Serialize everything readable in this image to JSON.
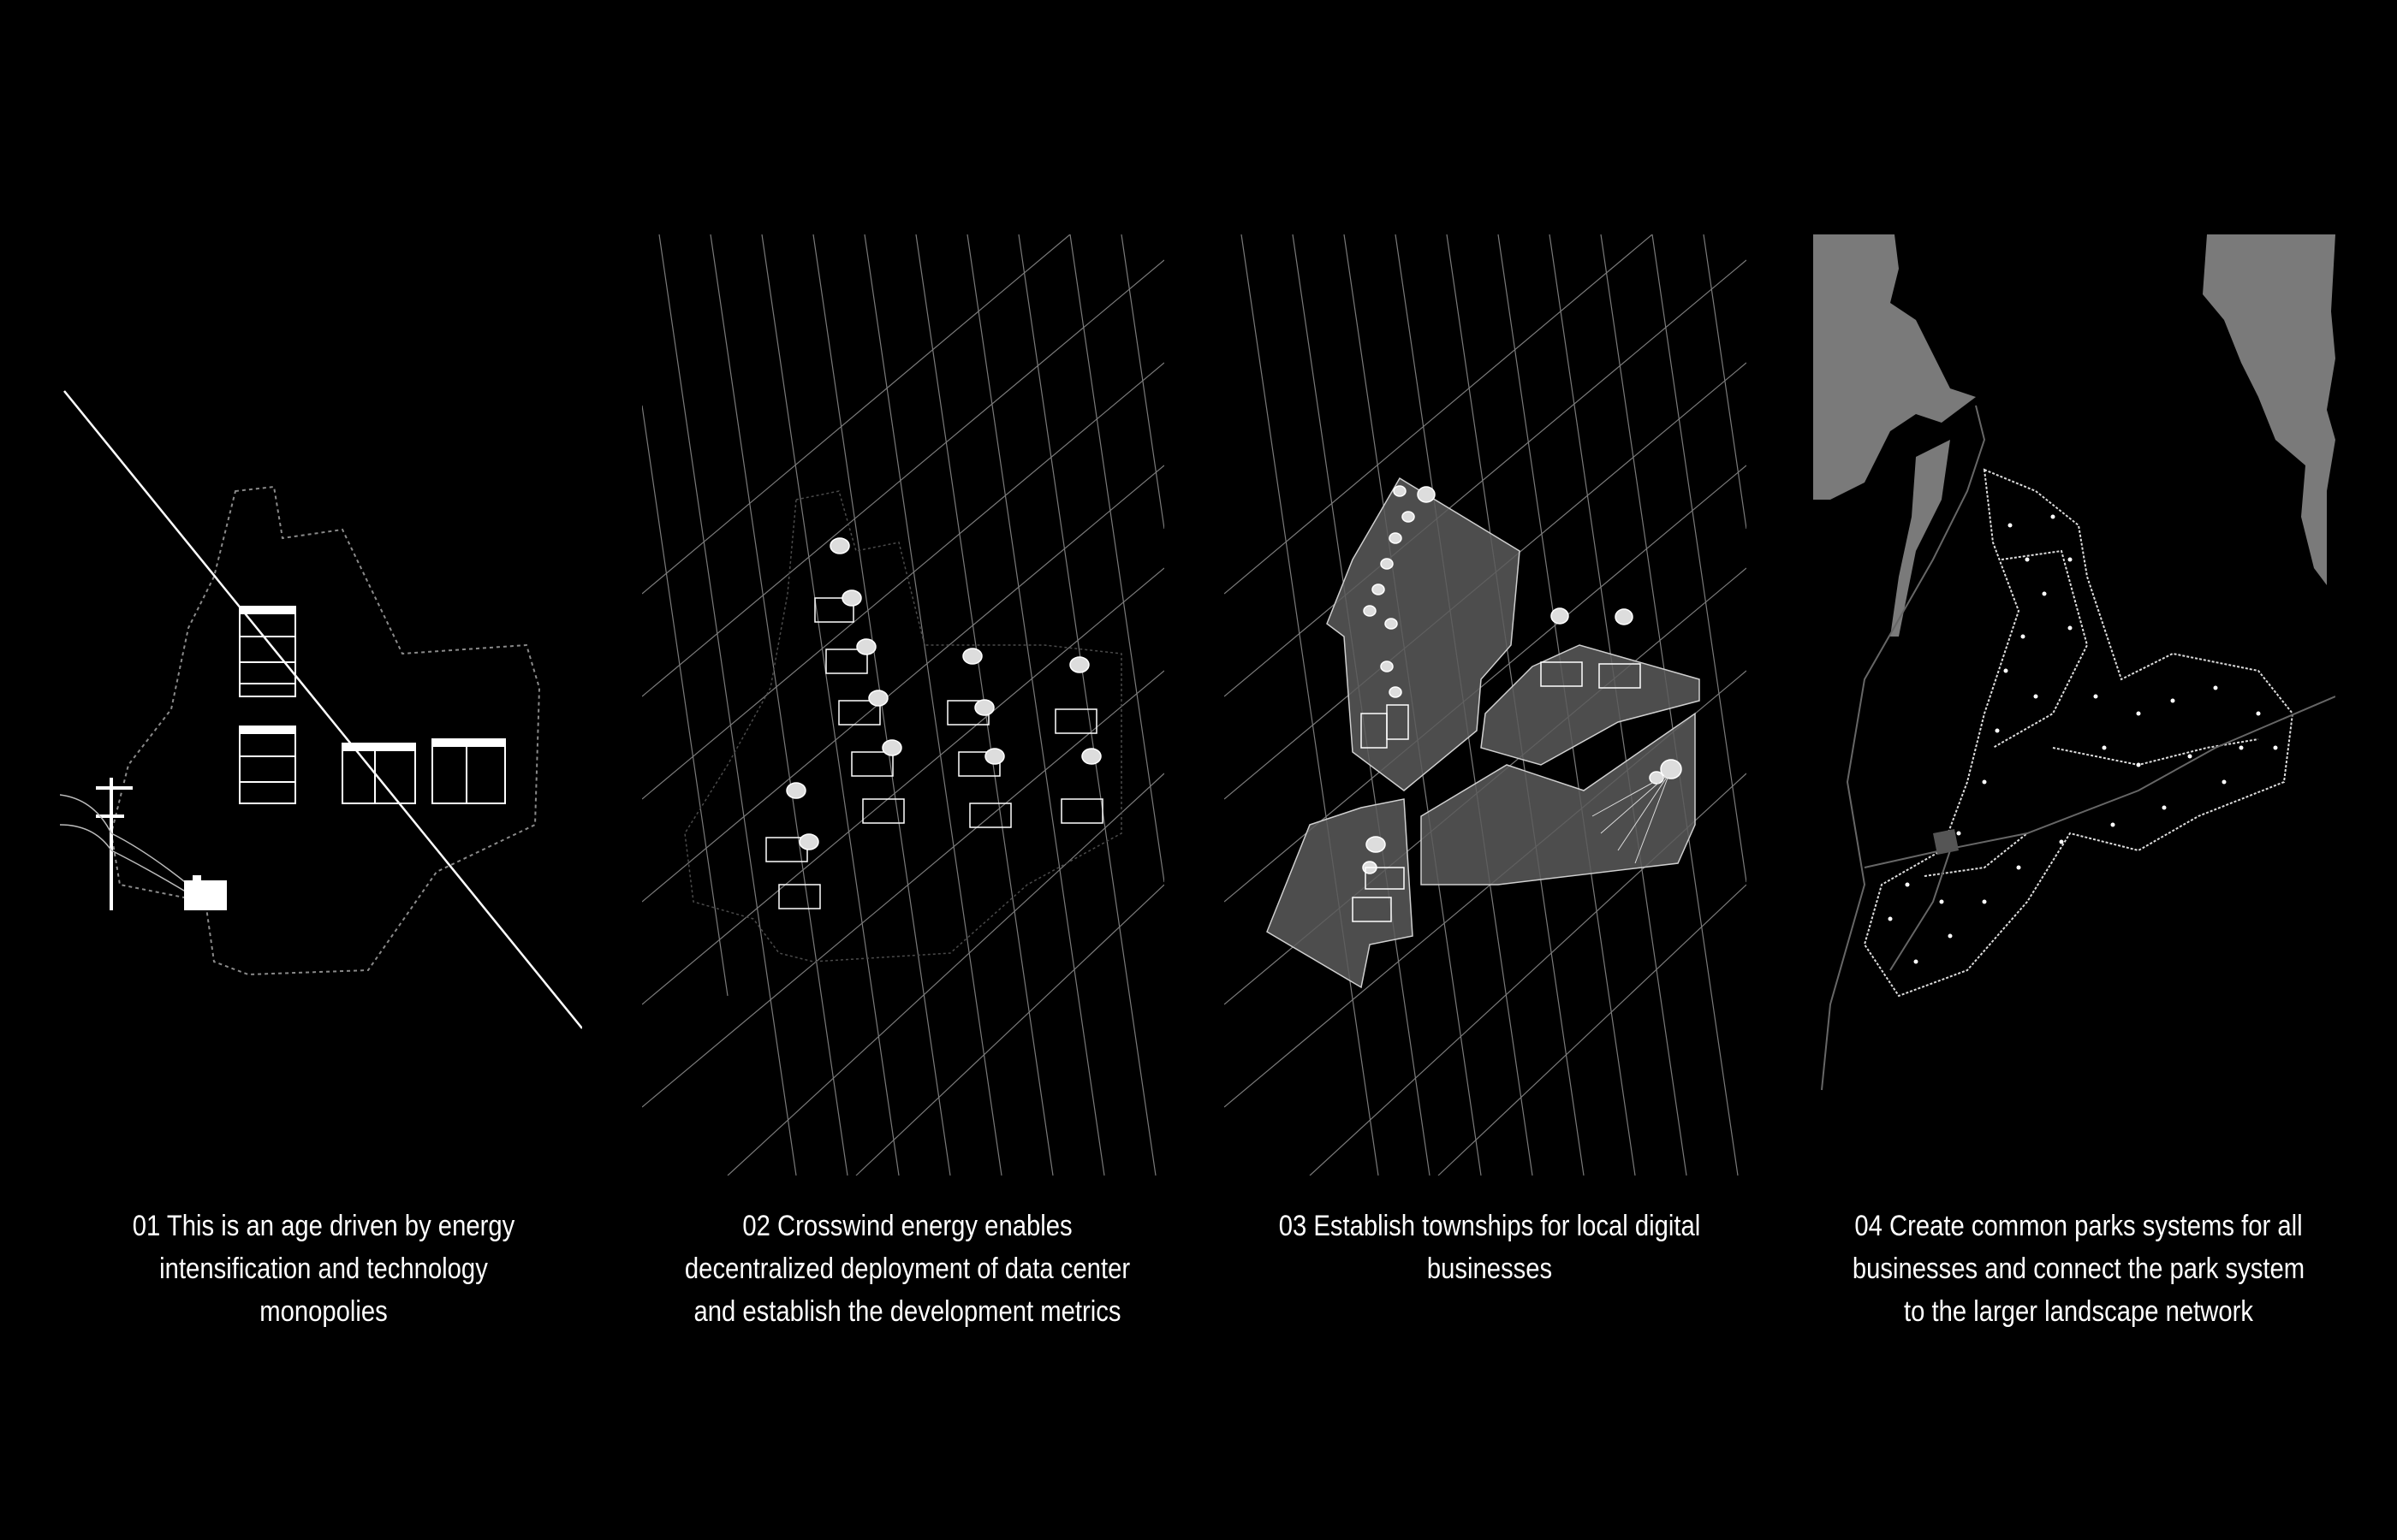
{
  "panels": [
    {
      "caption": "01 This is an age driven by energy intensification and technology monopolies"
    },
    {
      "caption": "02 Crosswind energy enables decentralized deployment of data center and establish the development metrics"
    },
    {
      "caption": "03 Establish townships for local digital businesses"
    },
    {
      "caption": "04 Create common parks systems for all businesses and connect the park system to the larger landscape network"
    }
  ],
  "colors": {
    "background": "#000000",
    "line": "#ffffff",
    "grid": "#8a8a8a",
    "zone_fill": "#5a5a5a",
    "water": "#7a7a7a"
  }
}
